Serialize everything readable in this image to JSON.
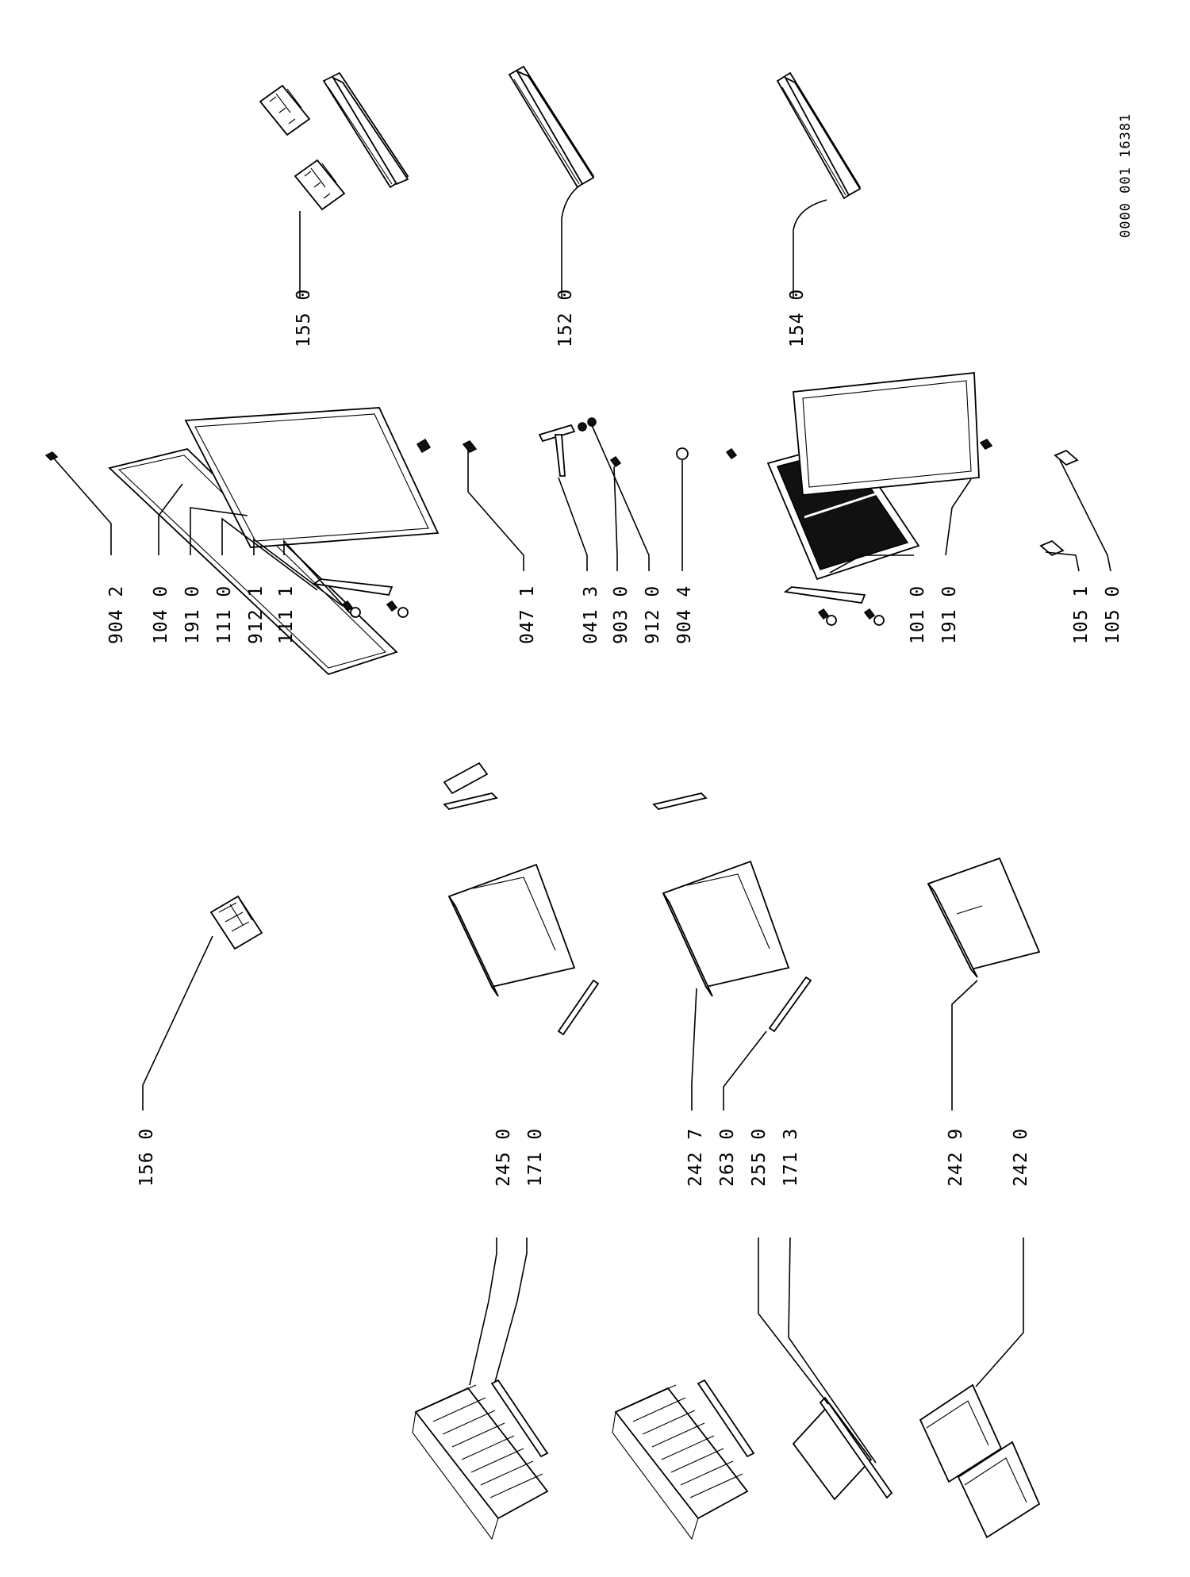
{
  "diagram": {
    "document_code": "0000 001 16381",
    "labels": {
      "p155_0": "155 0",
      "p152_0": "152 0",
      "p154_0": "154 0",
      "p904_2": "904 2",
      "p104_0": "104 0",
      "p191_0_a": "191 0",
      "p111_0": "111 0",
      "p912_1": "912 1",
      "p111_1": "111 1",
      "p047_1": "047 1",
      "p041_3": "041 3",
      "p903_0": "903 0",
      "p912_0": "912 0",
      "p904_4": "904 4",
      "p101_0": "101 0",
      "p191_0_b": "191 0",
      "p105_1": "105 1",
      "p105_0": "105 0",
      "p156_0": "156 0",
      "p245_0": "245 0",
      "p171_0": "171 0",
      "p242_7": "242 7",
      "p263_0": "263 0",
      "p255_0": "255 0",
      "p171_3": "171 3",
      "p242_9": "242 9",
      "p242_0": "242 0"
    }
  }
}
